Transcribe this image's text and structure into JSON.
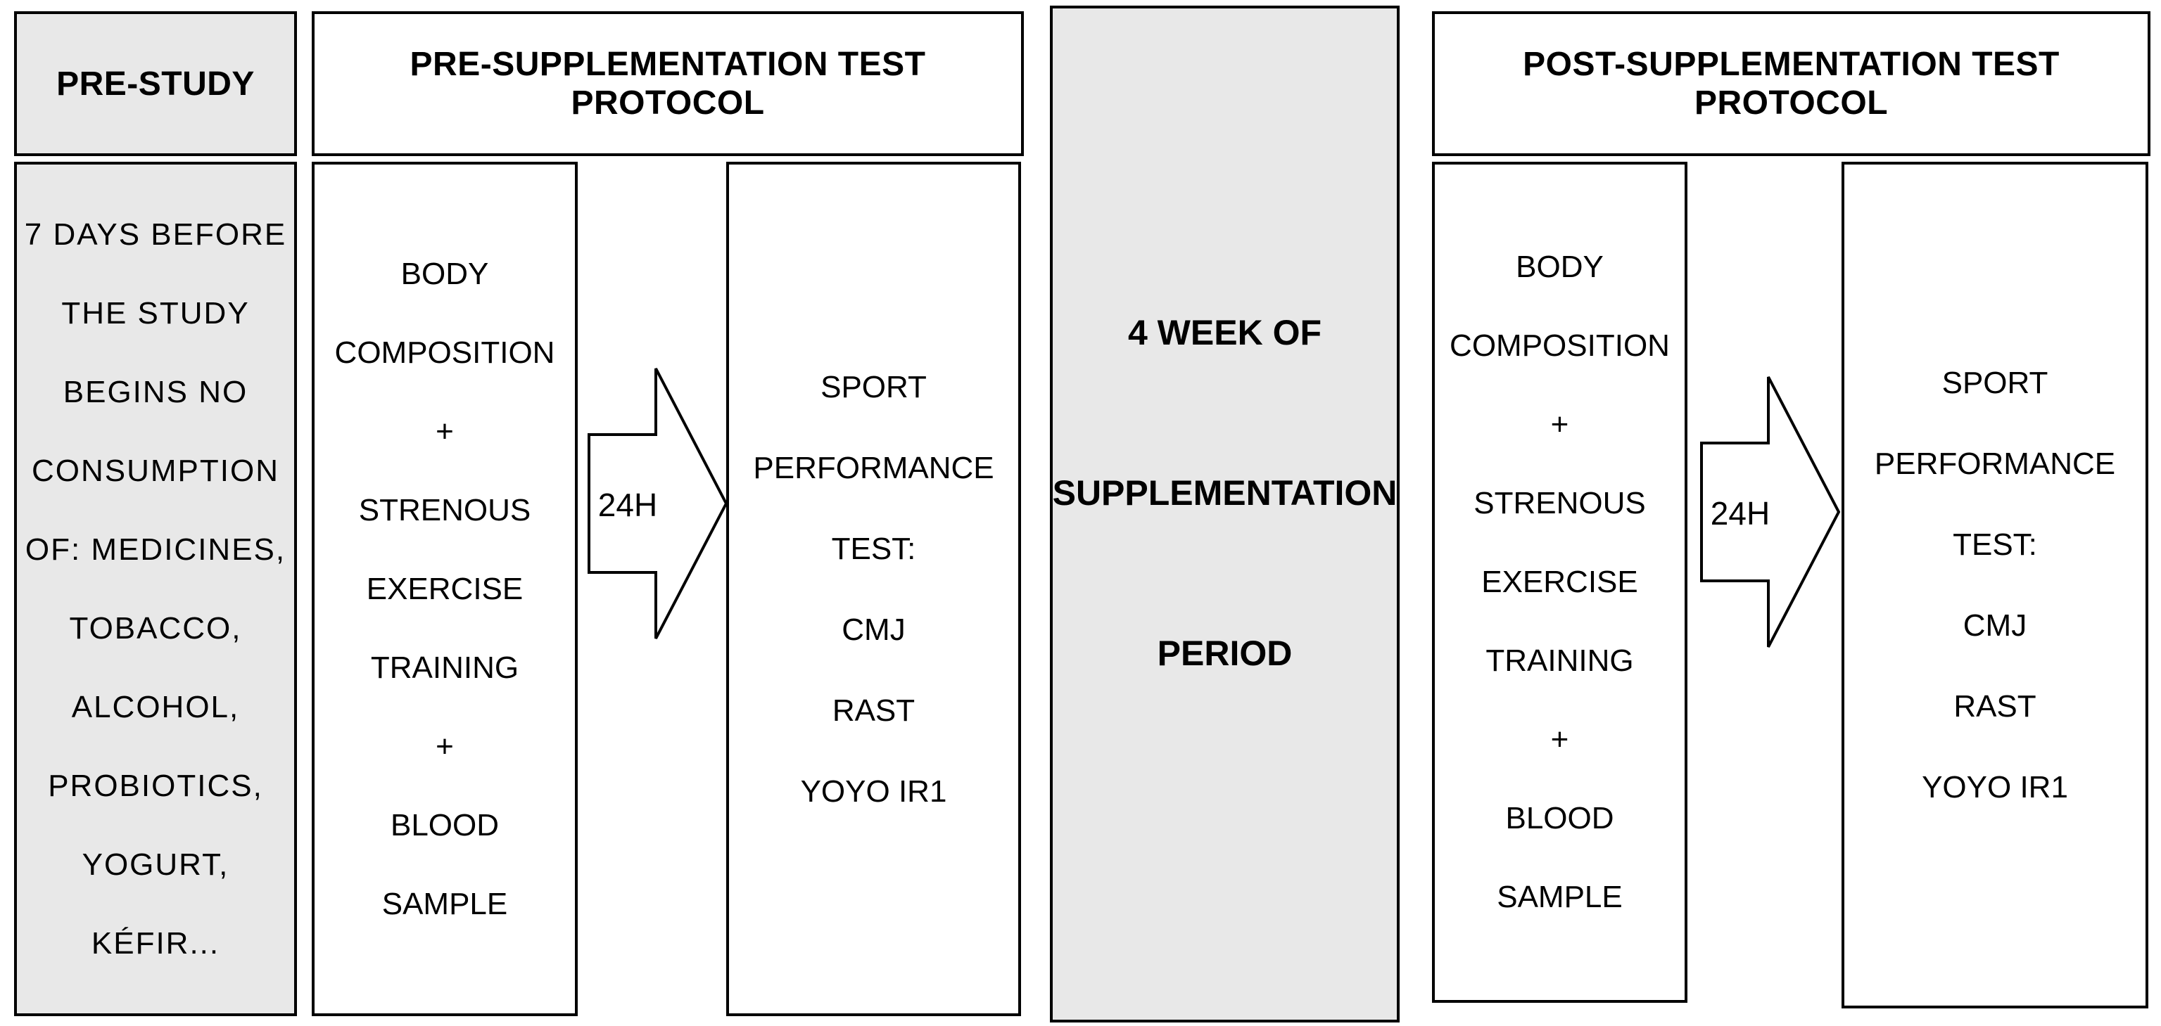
{
  "colors": {
    "gray_fill": "#e8e8e8",
    "white_fill": "#ffffff",
    "border": "#000000",
    "text": "#000000",
    "background": "#ffffff"
  },
  "pre_study": {
    "header": "PRE-STUDY",
    "note_lines": [
      "7 DAYS BEFORE",
      "THE STUDY",
      "BEGINS NO",
      "CONSUMPTION",
      "OF: MEDICINES,",
      "TOBACCO,",
      "ALCOHOL,",
      "PROBIOTICS,",
      "YOGURT,",
      "KÉFIR..."
    ]
  },
  "pre_supplementation": {
    "header": "PRE-SUPPLEMENTATION TEST PROTOCOL",
    "baseline_box_lines": [
      "BODY",
      "COMPOSITION",
      "+",
      "STRENOUS",
      "EXERCISE",
      "TRAINING",
      "+",
      "BLOOD",
      "SAMPLE"
    ],
    "arrow_label": "24H",
    "performance_box_lines": [
      "SPORT",
      "PERFORMANCE",
      "TEST:",
      "CMJ",
      "RAST",
      "YOYO IR1"
    ]
  },
  "supplementation_period": {
    "lines": [
      "4 WEEK OF",
      "SUPPLEMENTATION",
      "PERIOD"
    ]
  },
  "post_supplementation": {
    "header": "POST-SUPPLEMENTATION TEST PROTOCOL",
    "baseline_box_lines": [
      "BODY",
      "COMPOSITION",
      "+",
      "STRENOUS",
      "EXERCISE",
      "TRAINING",
      "+",
      "BLOOD",
      "SAMPLE"
    ],
    "arrow_label": "24H",
    "performance_box_lines": [
      "SPORT",
      "PERFORMANCE",
      "TEST:",
      "CMJ",
      "RAST",
      "YOYO IR1"
    ]
  }
}
